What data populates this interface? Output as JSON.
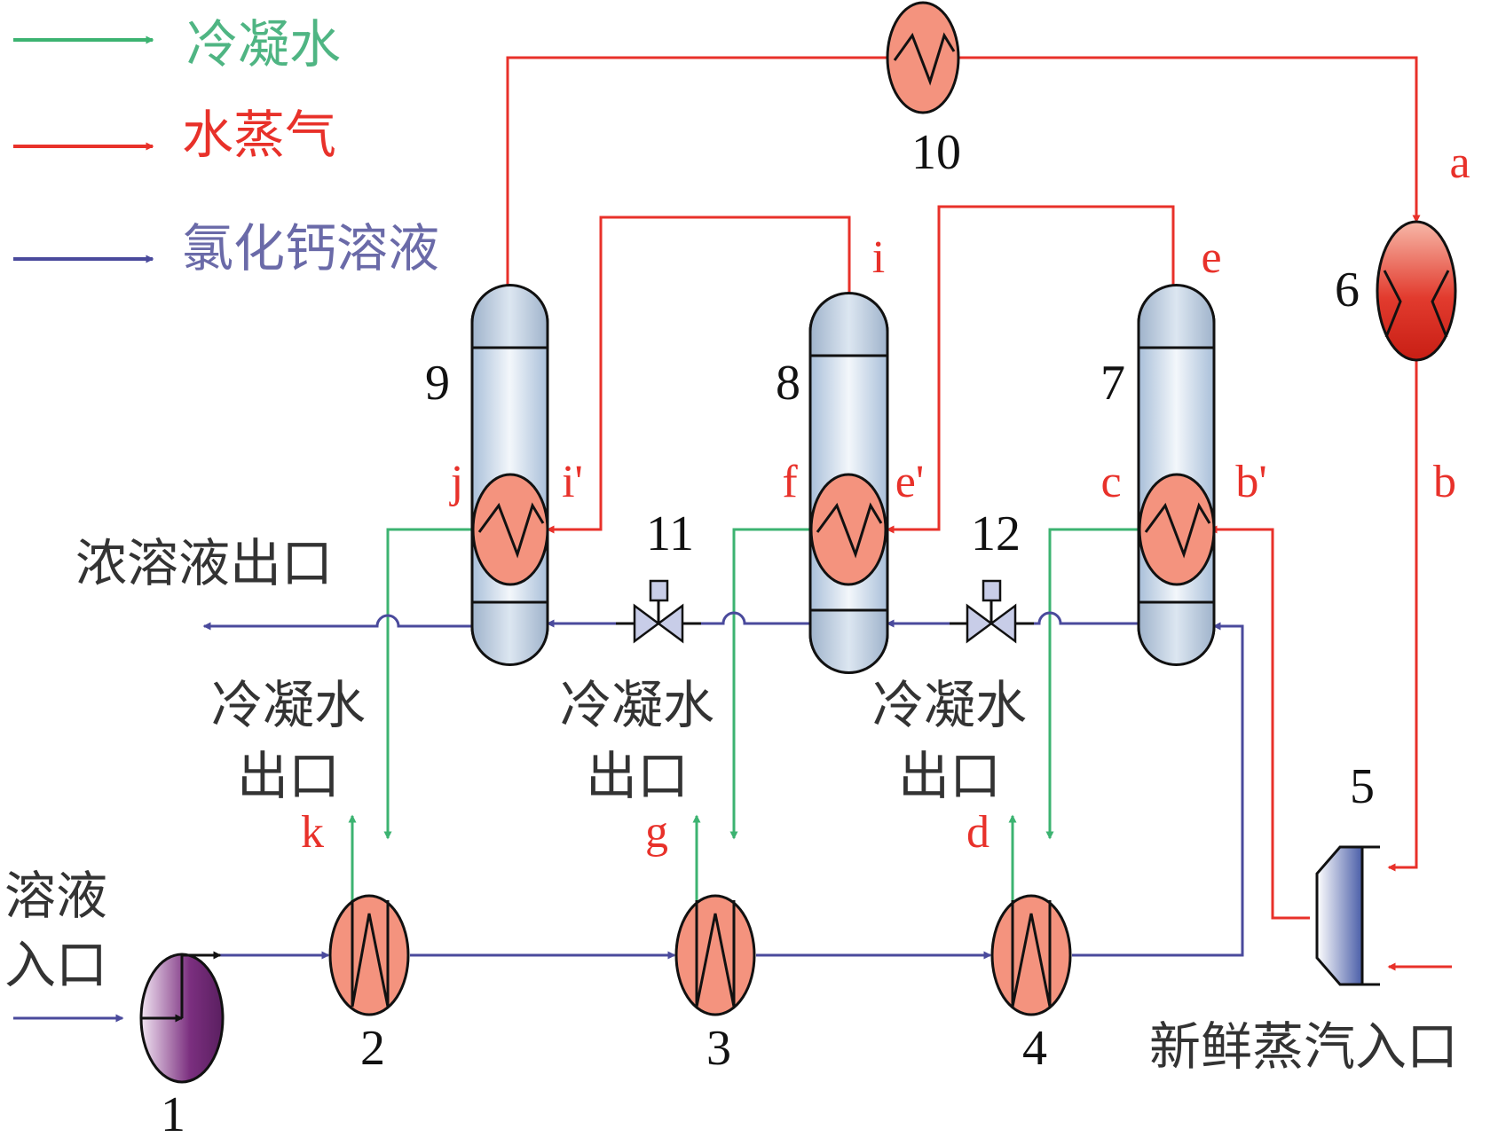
{
  "legend": {
    "condensate": "冷凝水",
    "steam": "水蒸气",
    "solution": "氯化钙溶液"
  },
  "labels": {
    "concentrate_outlet": "浓溶液出口",
    "condensate_outlet_line1": "冷凝水",
    "condensate_outlet_line2": "出口",
    "solution_inlet_line1": "溶液",
    "solution_inlet_line2": "入口",
    "fresh_steam_inlet": "新鲜蒸汽入口"
  },
  "equipment_numbers": [
    "1",
    "2",
    "3",
    "4",
    "5",
    "6",
    "7",
    "8",
    "9",
    "10",
    "11",
    "12"
  ],
  "stream_points": {
    "a": "a",
    "b": "b",
    "b_prime": "b'",
    "c": "c",
    "d": "d",
    "e": "e",
    "e_prime": "e'",
    "f": "f",
    "g": "g",
    "i": "i",
    "i_prime": "i'",
    "j": "j",
    "k": "k"
  },
  "colors": {
    "condensate": "#3cb371",
    "steam": "#e8312a",
    "solution": "#4a4a9c",
    "heat_exchanger_fill": "#f4937e",
    "compressor_fill": "#e23b2e",
    "pump_fill": "#7b2f7f",
    "column_fill": "#c9d8ea",
    "text": "#111111",
    "label_red": "#e8312a",
    "legend_green": "#4fb583",
    "legend_blue": "#6a6aa8"
  },
  "icons": {
    "pump": "centrifugal-pump-icon",
    "heat_exchanger": "heat-exchanger-icon",
    "compressor": "compressor-icon",
    "valve": "throttle-valve-icon",
    "mixer": "steam-mixer-icon",
    "evaporator": "evaporator-column-icon"
  }
}
